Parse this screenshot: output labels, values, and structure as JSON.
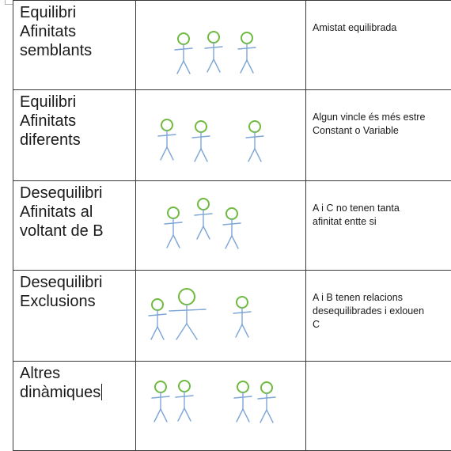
{
  "rows": [
    {
      "title": [
        "Equilibri",
        "Afinitats",
        "semblants"
      ],
      "note": [
        "Amistat equilibrada"
      ]
    },
    {
      "title": [
        "Equilibri",
        "Afinitats",
        "diferents"
      ],
      "note": [
        "Algun vincle és més estre",
        "Constant o Variable"
      ]
    },
    {
      "title": [
        "Desequilibri",
        "Afinitats al",
        "voltant de B"
      ],
      "note": [
        "A i C no tenen tanta",
        "afinitat entte si"
      ]
    },
    {
      "title": [
        "Desequilibri",
        "Exclusions"
      ],
      "note": [
        "A i B tenen relacions",
        "desequilibrades i exlouen",
        "C"
      ]
    },
    {
      "title": [
        "Altres",
        "dinàmiques"
      ],
      "note": []
    }
  ],
  "colors": {
    "figure_head": "#6fba3f",
    "figure_body": "#7ea6d6",
    "border": "#3a3a3a"
  }
}
